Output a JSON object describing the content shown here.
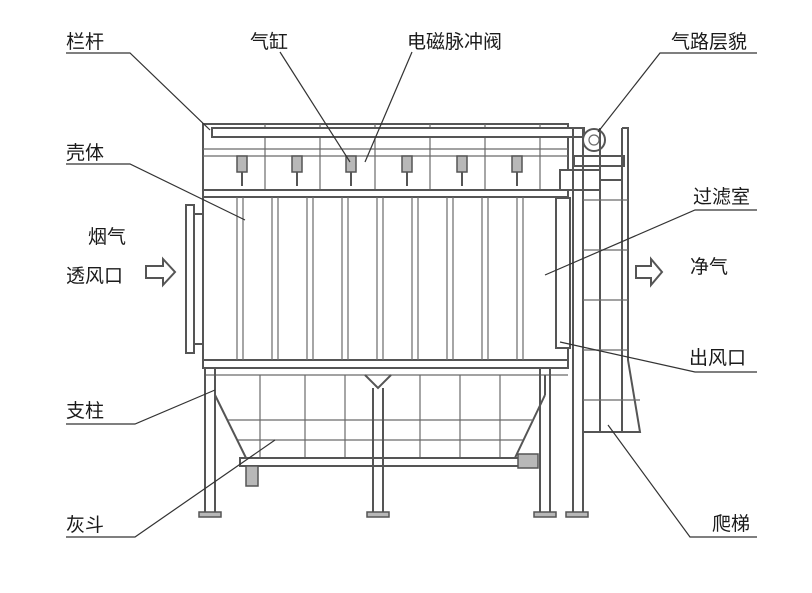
{
  "labels": {
    "railing": "栏杆",
    "cylinder": "气缸",
    "pulse_valve": "电磁脉冲阀",
    "air_path": "气路层貌",
    "shell": "壳体",
    "filter_room": "过滤室",
    "flue_gas": "烟气",
    "inlet": "透风口",
    "clean_gas": "净气",
    "outlet": "出风口",
    "support": "支柱",
    "ladder": "爬梯",
    "ash_hopper": "灰斗"
  },
  "colors": {
    "line": "#555555",
    "text": "#1a1a1a",
    "background": "#ffffff"
  }
}
